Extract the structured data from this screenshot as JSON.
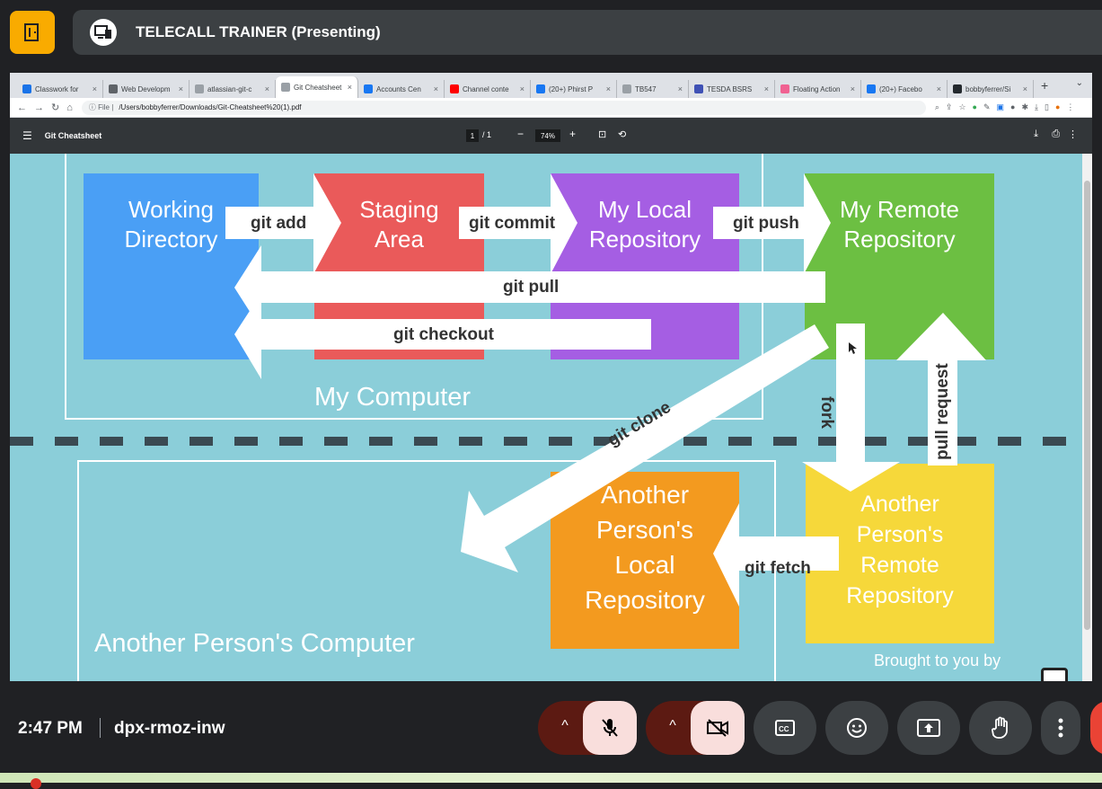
{
  "meet": {
    "presenter_title": "TELECALL TRAINER (Presenting)",
    "clock": "2:47 PM",
    "meeting_code": "dpx-rmoz-inw"
  },
  "browser": {
    "tabs": [
      {
        "label": "Classwork for",
        "color": "#1a73e8"
      },
      {
        "label": "Web Developm",
        "color": "#5f6368"
      },
      {
        "label": "atlassian-git-c",
        "color": "#9aa0a6"
      },
      {
        "label": "Git Cheatsheet",
        "color": "#9aa0a6",
        "active": true
      },
      {
        "label": "Accounts Cen",
        "color": "#1877f2"
      },
      {
        "label": "Channel conte",
        "color": "#ff0000"
      },
      {
        "label": "(20+) Phirst P",
        "color": "#1877f2"
      },
      {
        "label": "TB547",
        "color": "#9aa0a6"
      },
      {
        "label": "TESDA BSRS",
        "color": "#3f51b5"
      },
      {
        "label": "Floating Action",
        "color": "#f06292"
      },
      {
        "label": "(20+) Facebo",
        "color": "#1877f2"
      },
      {
        "label": "bobbyferrer/Si",
        "color": "#24292e"
      }
    ],
    "url_scheme": "File",
    "url": "/Users/bobbyferrer/Downloads/Git-Cheatsheet%20(1).pdf"
  },
  "pdf": {
    "title": "Git Cheatsheet",
    "page_current": "1",
    "page_total": "/ 1",
    "zoom": "74%"
  },
  "diagram": {
    "my_computer": "My Computer",
    "another_computer": "Another Person's Computer",
    "working_directory": "Working\nDirectory",
    "staging_area": "Staging\nArea",
    "local_repo": "My Local\nRepository",
    "remote_repo": "My Remote\nRepository",
    "another_local": "Another\nPerson's\nLocal\nRepository",
    "another_remote": "Another\nPerson's\nRemote\nRepository",
    "git_add": "git add",
    "git_commit": "git commit",
    "git_push": "git push",
    "git_pull": "git pull",
    "git_checkout": "git checkout",
    "git_clone": "git clone",
    "fork": "fork",
    "pull_request": "pull request",
    "git_fetch": "git fetch",
    "footer": "Brought to you by",
    "colors": {
      "background": "#8bced9",
      "working": "#4a9ff5",
      "staging": "#ea5a5a",
      "local": "#a55ee3",
      "remote": "#6cbf42",
      "another_local": "#f39a1f",
      "another_remote": "#f6d83a"
    }
  },
  "controls": {
    "mic": "mic-off-icon",
    "camera": "camera-off-icon",
    "captions": "captions-icon",
    "emoji": "emoji-icon",
    "present": "present-screen-icon",
    "hand": "raise-hand-icon",
    "more": "more-options-icon",
    "hangup": "hangup-icon"
  }
}
